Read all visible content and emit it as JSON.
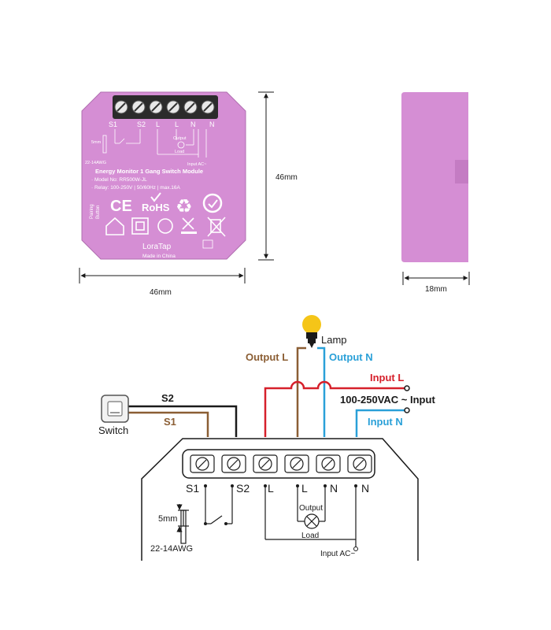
{
  "colors": {
    "module": "#d58ed4",
    "module_dark": "#c47cc3",
    "wire_brown": "#8b5e34",
    "wire_red": "#d6202b",
    "wire_blue": "#2aa0d8",
    "wire_black": "#1a1a1a",
    "lamp": "#f5c518"
  },
  "top_view": {
    "terminals": [
      "S1",
      "S2",
      "L",
      "L",
      "N",
      "N"
    ],
    "output_label": "Output",
    "load_label": "Load",
    "input_label": "Input AC~",
    "strip_label": "5mm",
    "awg_label": "22-14AWG",
    "title": "Energy Monitor 1 Gang Switch Module",
    "model": "· Model No: RR500W-JL",
    "relay": "· Relay: 100-250V | 50/60Hz | max.16A",
    "pairing_line1": "Pairing",
    "pairing_line2": "Button",
    "ce": "CE",
    "rohs": "RoHS",
    "brand": "LoraTap",
    "made_in": "Made in China",
    "width_dim": "46mm",
    "height_dim": "46mm"
  },
  "side_view": {
    "depth_dim": "18mm"
  },
  "wiring": {
    "lamp_label": "Lamp",
    "output_l": "Output L",
    "output_n": "Output N",
    "input_l": "Input L",
    "input_n": "Input N",
    "voltage": "100-250VAC ~ Input",
    "s1": "S1",
    "s2": "S2",
    "switch_label": "Switch",
    "terminals": [
      "S1",
      "S2",
      "L",
      "L",
      "N",
      "N"
    ],
    "output_label": "Output",
    "load_label": "Load",
    "input_label": "Input AC~",
    "strip_label": "5mm",
    "awg_label": "22-14AWG"
  }
}
